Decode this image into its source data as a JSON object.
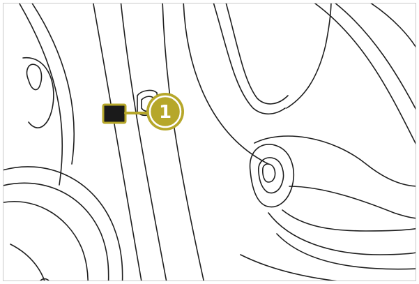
{
  "illustration": {
    "subject": "vehicle-door-pillar-line-drawing",
    "colors": {
      "line": "#1e1e1e",
      "callout_fill": "#b6a72a",
      "callout_ring": "#ffffff",
      "callout_text": "#ffffff",
      "marker_fill": "#1a1a1a",
      "frame_border": "#c9c9c9"
    }
  },
  "callouts": [
    {
      "number": "1",
      "target": "sticker-label"
    }
  ]
}
